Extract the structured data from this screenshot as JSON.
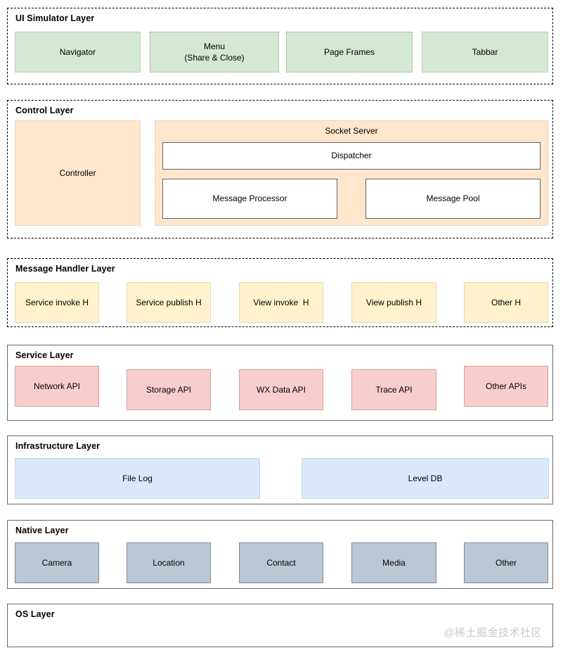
{
  "diagram": {
    "layers": [
      {
        "title": "UI Simulator Layer",
        "boxes": [
          {
            "label": "Navigator"
          },
          {
            "label": "Menu\n(Share & Close)"
          },
          {
            "label": "Page Frames"
          },
          {
            "label": "Tabbar"
          }
        ]
      },
      {
        "title": "Control Layer",
        "boxes": [
          {
            "label": "Controller"
          }
        ],
        "socket_server": {
          "title": "Socket Server",
          "children": [
            {
              "label": "Dispatcher"
            },
            {
              "label": "Message Processor"
            },
            {
              "label": "Message Pool"
            }
          ]
        }
      },
      {
        "title": "Message Handler Layer",
        "boxes": [
          {
            "label": "Service invoke H"
          },
          {
            "label": "Service publish H"
          },
          {
            "label": "View invoke  H"
          },
          {
            "label": "View publish H"
          },
          {
            "label": "Other H"
          }
        ]
      },
      {
        "title": "Service Layer",
        "boxes": [
          {
            "label": "Network API"
          },
          {
            "label": "Storage API"
          },
          {
            "label": "WX Data API"
          },
          {
            "label": "Trace API"
          },
          {
            "label": "Other APIs"
          }
        ]
      },
      {
        "title": "Infrastructure Layer",
        "boxes": [
          {
            "label": "File Log"
          },
          {
            "label": "Level DB"
          }
        ]
      },
      {
        "title": "Native Layer",
        "boxes": [
          {
            "label": "Camera"
          },
          {
            "label": "Location"
          },
          {
            "label": "Contact"
          },
          {
            "label": "Media"
          },
          {
            "label": "Other"
          }
        ]
      },
      {
        "title": "OS Layer",
        "boxes": []
      }
    ],
    "watermark": "@稀土掘金技术社区",
    "colors": {
      "ui_simulator_fill": "#d5e8d4",
      "control_fill": "#ffe6cc",
      "message_handler_fill": "#fff2cc",
      "service_fill": "#f8cecc",
      "infrastructure_fill": "#dae8fc",
      "native_fill": "#bac8d3",
      "inner_box_fill": "#ffffff"
    }
  }
}
